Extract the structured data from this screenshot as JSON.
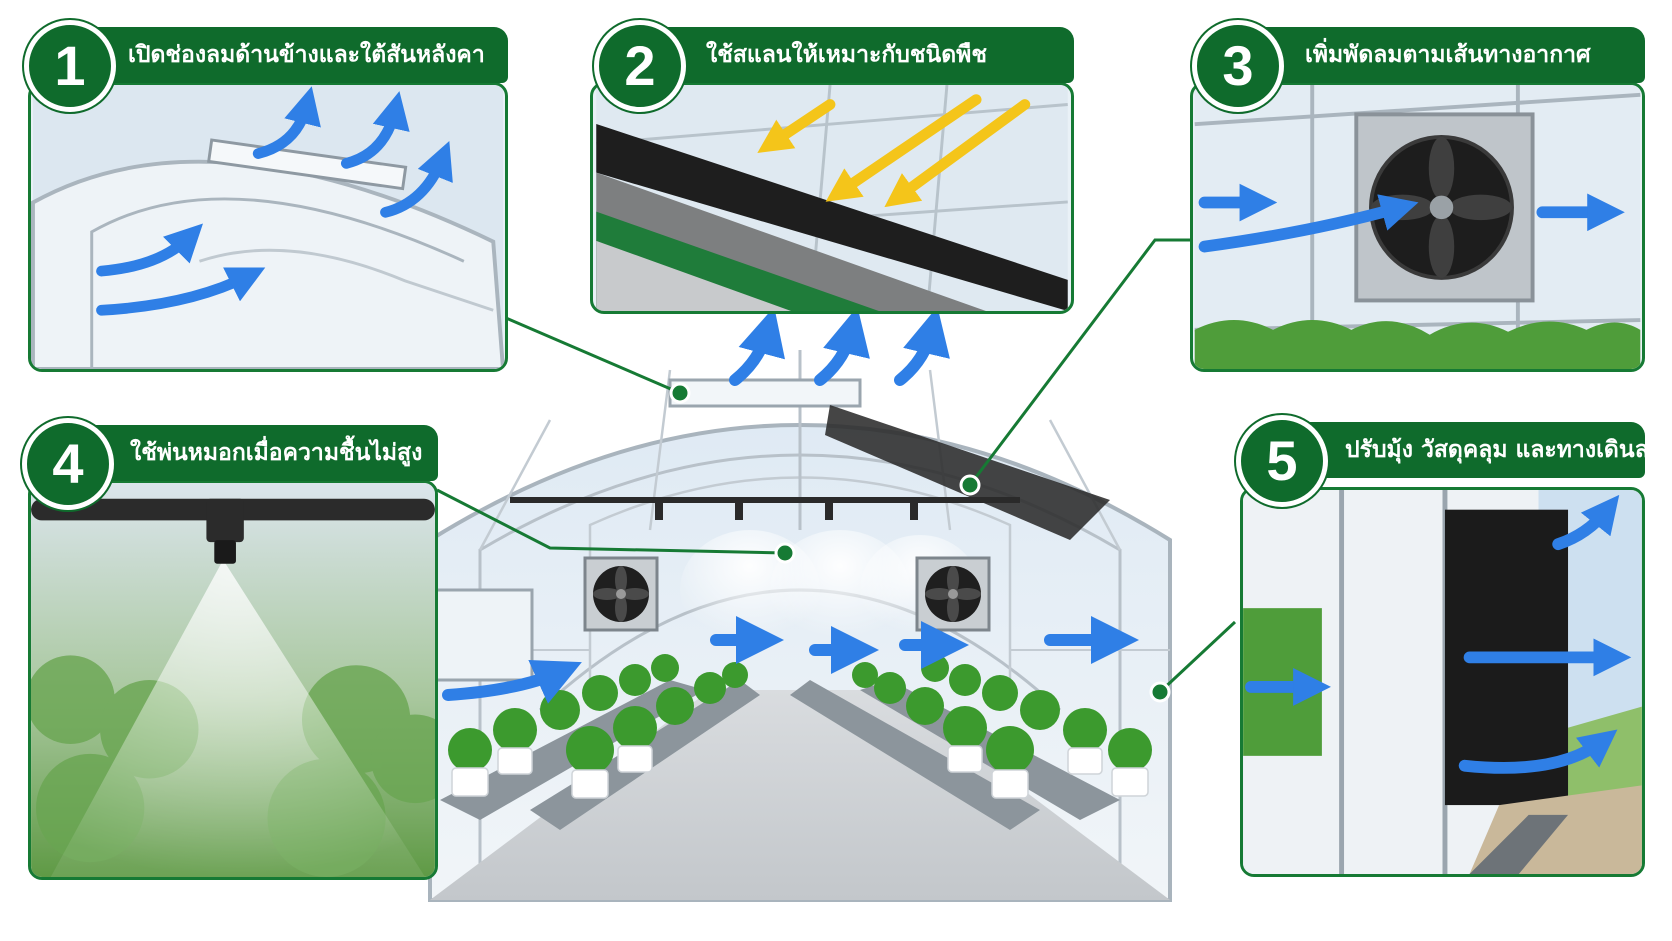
{
  "steps": [
    {
      "number": "1",
      "title": "เปิดช่องลมด้านข้างและใต้สันหลังคา"
    },
    {
      "number": "2",
      "title": "ใช้สแลนให้เหมาะกับชนิดพืช"
    },
    {
      "number": "3",
      "title": "เพิ่มพัดลมตามเส้นทางอากาศ"
    },
    {
      "number": "4",
      "title": "ใช้พ่นหมอกเมื่อความชื้นไม่สูง"
    },
    {
      "number": "5",
      "title": "ปรับมุ้ง วัสดุคลุม และทางเดินลม"
    }
  ],
  "colors": {
    "brand_green": "#0f6b2c",
    "border_green": "#167a34",
    "airflow_blue": "#2f7fe6",
    "sunlight_yellow": "#f4c51a",
    "shade_black": "#1e1e1e"
  },
  "icons": [
    "airflow-arrow-icon",
    "fan-icon",
    "mist-nozzle-icon",
    "sunlight-arrow-icon"
  ]
}
